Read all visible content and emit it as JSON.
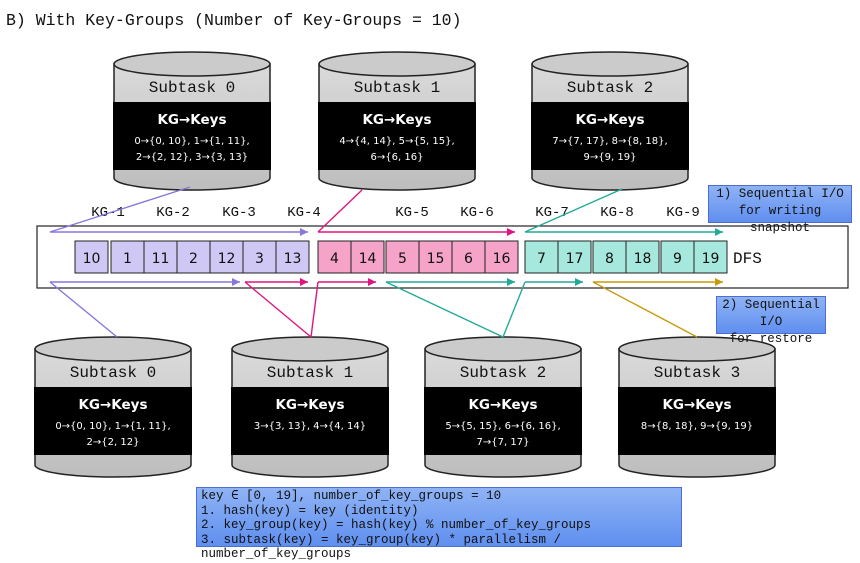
{
  "title": "B) With Key-Groups (Number of Key-Groups = 10)",
  "colors": {
    "purple": "#8877dd",
    "purple_fill": "#cfc8f4",
    "magenta": "#e0157f",
    "magenta_fill": "#f5a3c9",
    "teal": "#22aa99",
    "teal_fill": "#a7e8de",
    "gold": "#c79a0e",
    "disk_fill": "#cfcfcf",
    "note_fill": "#6e97f0"
  },
  "top_subtasks": [
    {
      "name": "Subtask 0",
      "box_title": "KG→Keys",
      "lines": [
        "0→{0, 10}, 1→{1, 11},",
        "2→{2, 12}, 3→{3, 13}"
      ]
    },
    {
      "name": "Subtask 1",
      "box_title": "KG→Keys",
      "lines": [
        "4→{4, 14}, 5→{5, 15},",
        "6→{6, 16}"
      ]
    },
    {
      "name": "Subtask 2",
      "box_title": "KG→Keys",
      "lines": [
        "7→{7, 17}, 8→{8, 18},",
        "9→{9, 19}"
      ]
    }
  ],
  "bottom_subtasks": [
    {
      "name": "Subtask 0",
      "box_title": "KG→Keys",
      "lines": [
        "0→{0, 10}, 1→{1, 11},",
        "2→{2, 12}"
      ]
    },
    {
      "name": "Subtask 1",
      "box_title": "KG→Keys",
      "lines": [
        "3→{3, 13}, 4→{4, 14}"
      ]
    },
    {
      "name": "Subtask 2",
      "box_title": "KG→Keys",
      "lines": [
        "5→{5, 15}, 6→{6, 16},",
        "7→{7, 17}"
      ]
    },
    {
      "name": "Subtask 3",
      "box_title": "KG→Keys",
      "lines": [
        "8→{8, 18}, 9→{9, 19}"
      ]
    }
  ],
  "key_group_labels": [
    "KG-1",
    "KG-2",
    "KG-3",
    "KG-4",
    "KG-5",
    "KG-6",
    "KG-7",
    "KG-8",
    "KG-9"
  ],
  "dfs_label": "DFS",
  "dfs_groups": [
    {
      "keys": [
        "10"
      ],
      "color": "purple"
    },
    {
      "keys": [
        "1",
        "11"
      ],
      "color": "purple"
    },
    {
      "keys": [
        "2",
        "12"
      ],
      "color": "purple"
    },
    {
      "keys": [
        "3",
        "13"
      ],
      "color": "purple"
    },
    {
      "keys": [
        "4",
        "14"
      ],
      "color": "magenta"
    },
    {
      "keys": [
        "5",
        "15"
      ],
      "color": "magenta"
    },
    {
      "keys": [
        "6",
        "16"
      ],
      "color": "magenta"
    },
    {
      "keys": [
        "7",
        "17"
      ],
      "color": "teal"
    },
    {
      "keys": [
        "8",
        "18"
      ],
      "color": "teal"
    },
    {
      "keys": [
        "9",
        "19"
      ],
      "color": "teal"
    }
  ],
  "note_write": [
    "1) Sequential I/O",
    "for writing snapshot"
  ],
  "note_restore": [
    "2) Sequential I/O",
    "for restore"
  ],
  "formula": [
    "key ∈ [0, 19], number_of_key_groups = 10",
    "1. hash(key) = key (identity)",
    "2. key_group(key) = hash(key) % number_of_key_groups",
    "3. subtask(key) = key_group(key) * parallelism / number_of_key_groups"
  ]
}
